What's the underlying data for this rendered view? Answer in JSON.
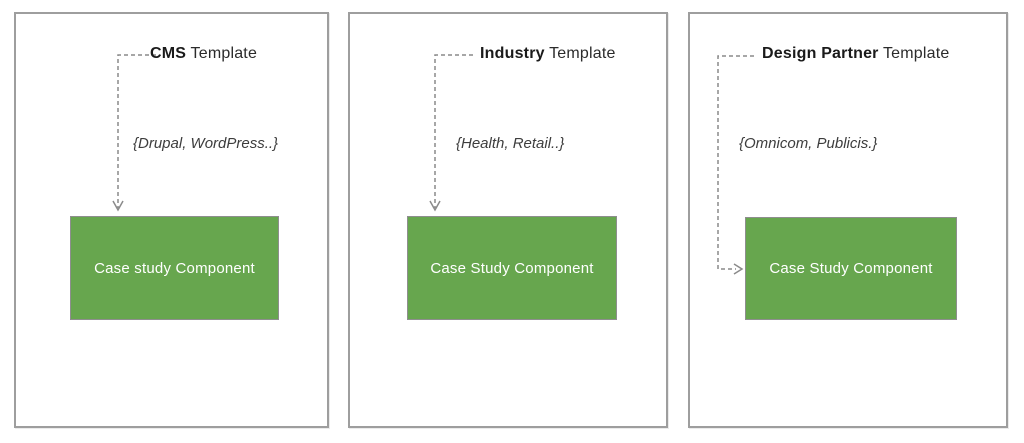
{
  "panels": [
    {
      "title_bold": "CMS",
      "title_rest": "Template",
      "annotation": "{Drupal, WordPress..}",
      "box_label": "Case study Component"
    },
    {
      "title_bold": "Industry",
      "title_rest": "Template",
      "annotation": "{Health, Retail..}",
      "box_label": "Case Study Component"
    },
    {
      "title_bold": "Design Partner",
      "title_rest": "Template",
      "annotation": "{Omnicom, Publicis.}",
      "box_label": "Case Study Component"
    }
  ],
  "colors": {
    "box_fill": "#67a64e",
    "box_border": "#8e8e8e",
    "panel_border": "#9e9e9e",
    "arrow": "#8a8a8a",
    "title_text": "#212121",
    "annotation_text": "#3d3d3d",
    "box_text": "#ffffff"
  }
}
